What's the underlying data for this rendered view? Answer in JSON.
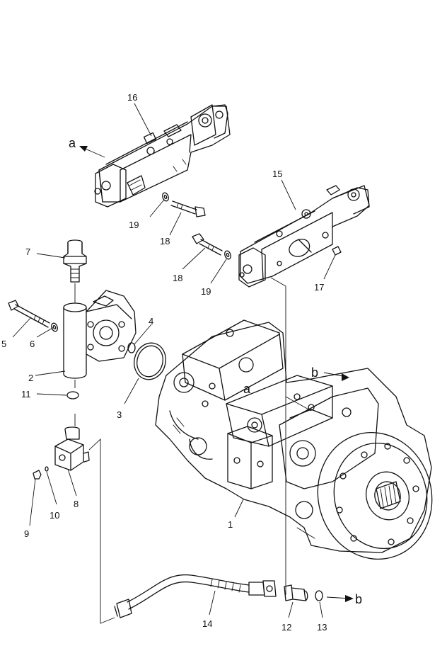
{
  "callouts": {
    "c1": "1",
    "c2": "2",
    "c3": "3",
    "c4": "4",
    "c5": "5",
    "c6": "6",
    "c7": "7",
    "c8": "8",
    "c9": "9",
    "c10": "10",
    "c11": "11",
    "c12": "12",
    "c13": "13",
    "c14": "14",
    "c15": "15",
    "c16": "16",
    "c17": "17",
    "c18a": "18",
    "c18b": "18",
    "c19a": "19",
    "c19b": "19"
  },
  "references": {
    "a_top": "a",
    "a_mid": "a",
    "b_top": "b",
    "b_bottom": "b"
  },
  "colors": {
    "ink": "#111111",
    "paper": "#ffffff"
  }
}
